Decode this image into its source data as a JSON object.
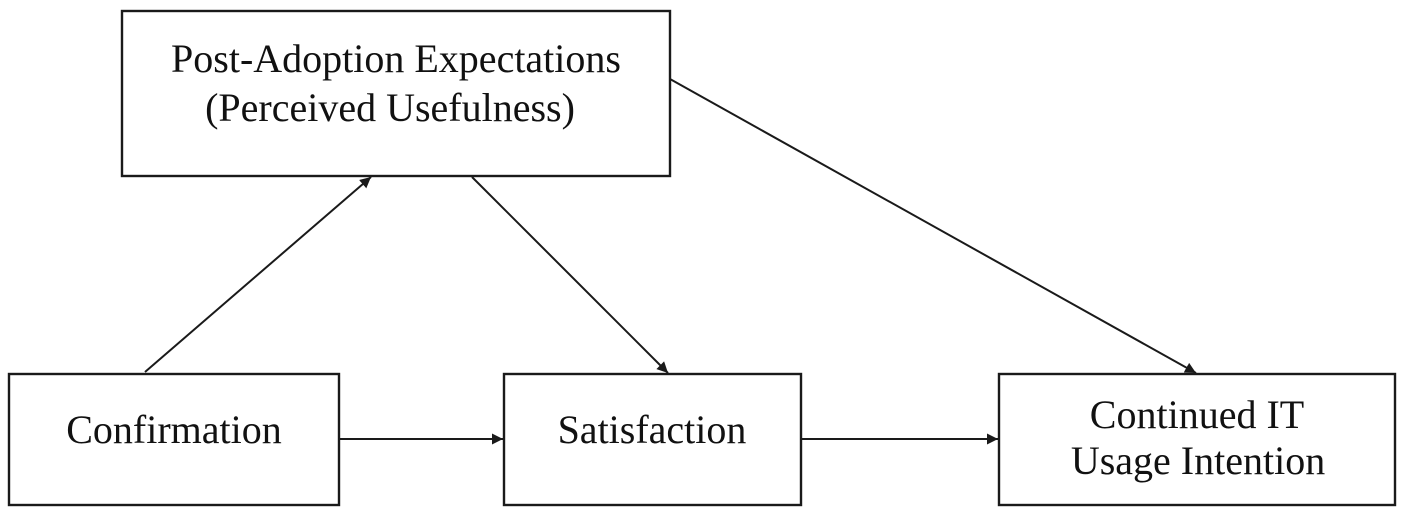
{
  "nodes": {
    "post_adoption": {
      "line1": "Post-Adoption Expectations",
      "line2": "(Perceived Usefulness)"
    },
    "confirmation": {
      "label": "Confirmation"
    },
    "satisfaction": {
      "label": "Satisfaction"
    },
    "continued_intention": {
      "line1": "Continued IT",
      "line2": "Usage Intention"
    }
  },
  "edges": [
    {
      "from": "confirmation",
      "to": "post_adoption"
    },
    {
      "from": "confirmation",
      "to": "satisfaction"
    },
    {
      "from": "post_adoption",
      "to": "satisfaction"
    },
    {
      "from": "post_adoption",
      "to": "continued_intention"
    },
    {
      "from": "satisfaction",
      "to": "continued_intention"
    }
  ]
}
